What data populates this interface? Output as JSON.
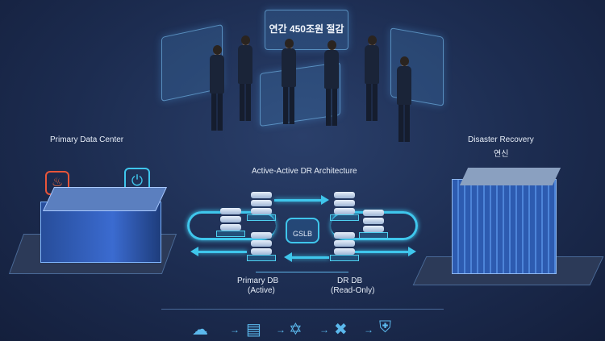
{
  "top_panel": {
    "title": "연간 450조원 절감"
  },
  "primary": {
    "title": "Primary Data Center",
    "icons": [
      "fire-icon",
      "power-icon"
    ]
  },
  "dr": {
    "title": "Disaster Recovery",
    "subtitle": "연신"
  },
  "architecture": {
    "title": "Active-Active DR Architecture",
    "gslb": "GSLB",
    "primary_db": "Primary DB",
    "primary_db_mode": "(Active)",
    "dr_db": "DR DB",
    "dr_db_mode": "(Read-Only)"
  },
  "flow": {
    "icons": [
      "cloud-upload-icon",
      "database-icon",
      "network-icon",
      "network-icon",
      "shield-icon"
    ],
    "separator": "→"
  },
  "colors": {
    "background": "#1c2c50",
    "accent": "#3fc6ec",
    "alert": "#e8553a"
  }
}
